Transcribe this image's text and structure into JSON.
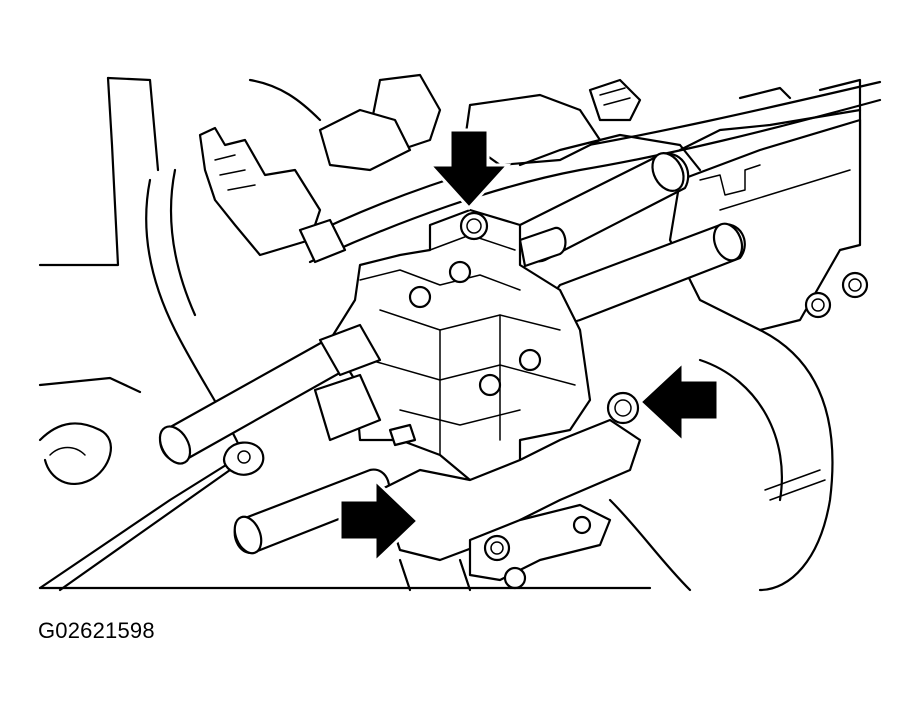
{
  "figure": {
    "id_label": "G02621598"
  },
  "arrows": [
    {
      "name": "bolt-arrow-top",
      "direction": "down"
    },
    {
      "name": "bolt-arrow-right",
      "direction": "left"
    },
    {
      "name": "bolt-arrow-bottom",
      "direction": "right"
    }
  ],
  "colors": {
    "line": "#000000",
    "background": "#ffffff"
  }
}
